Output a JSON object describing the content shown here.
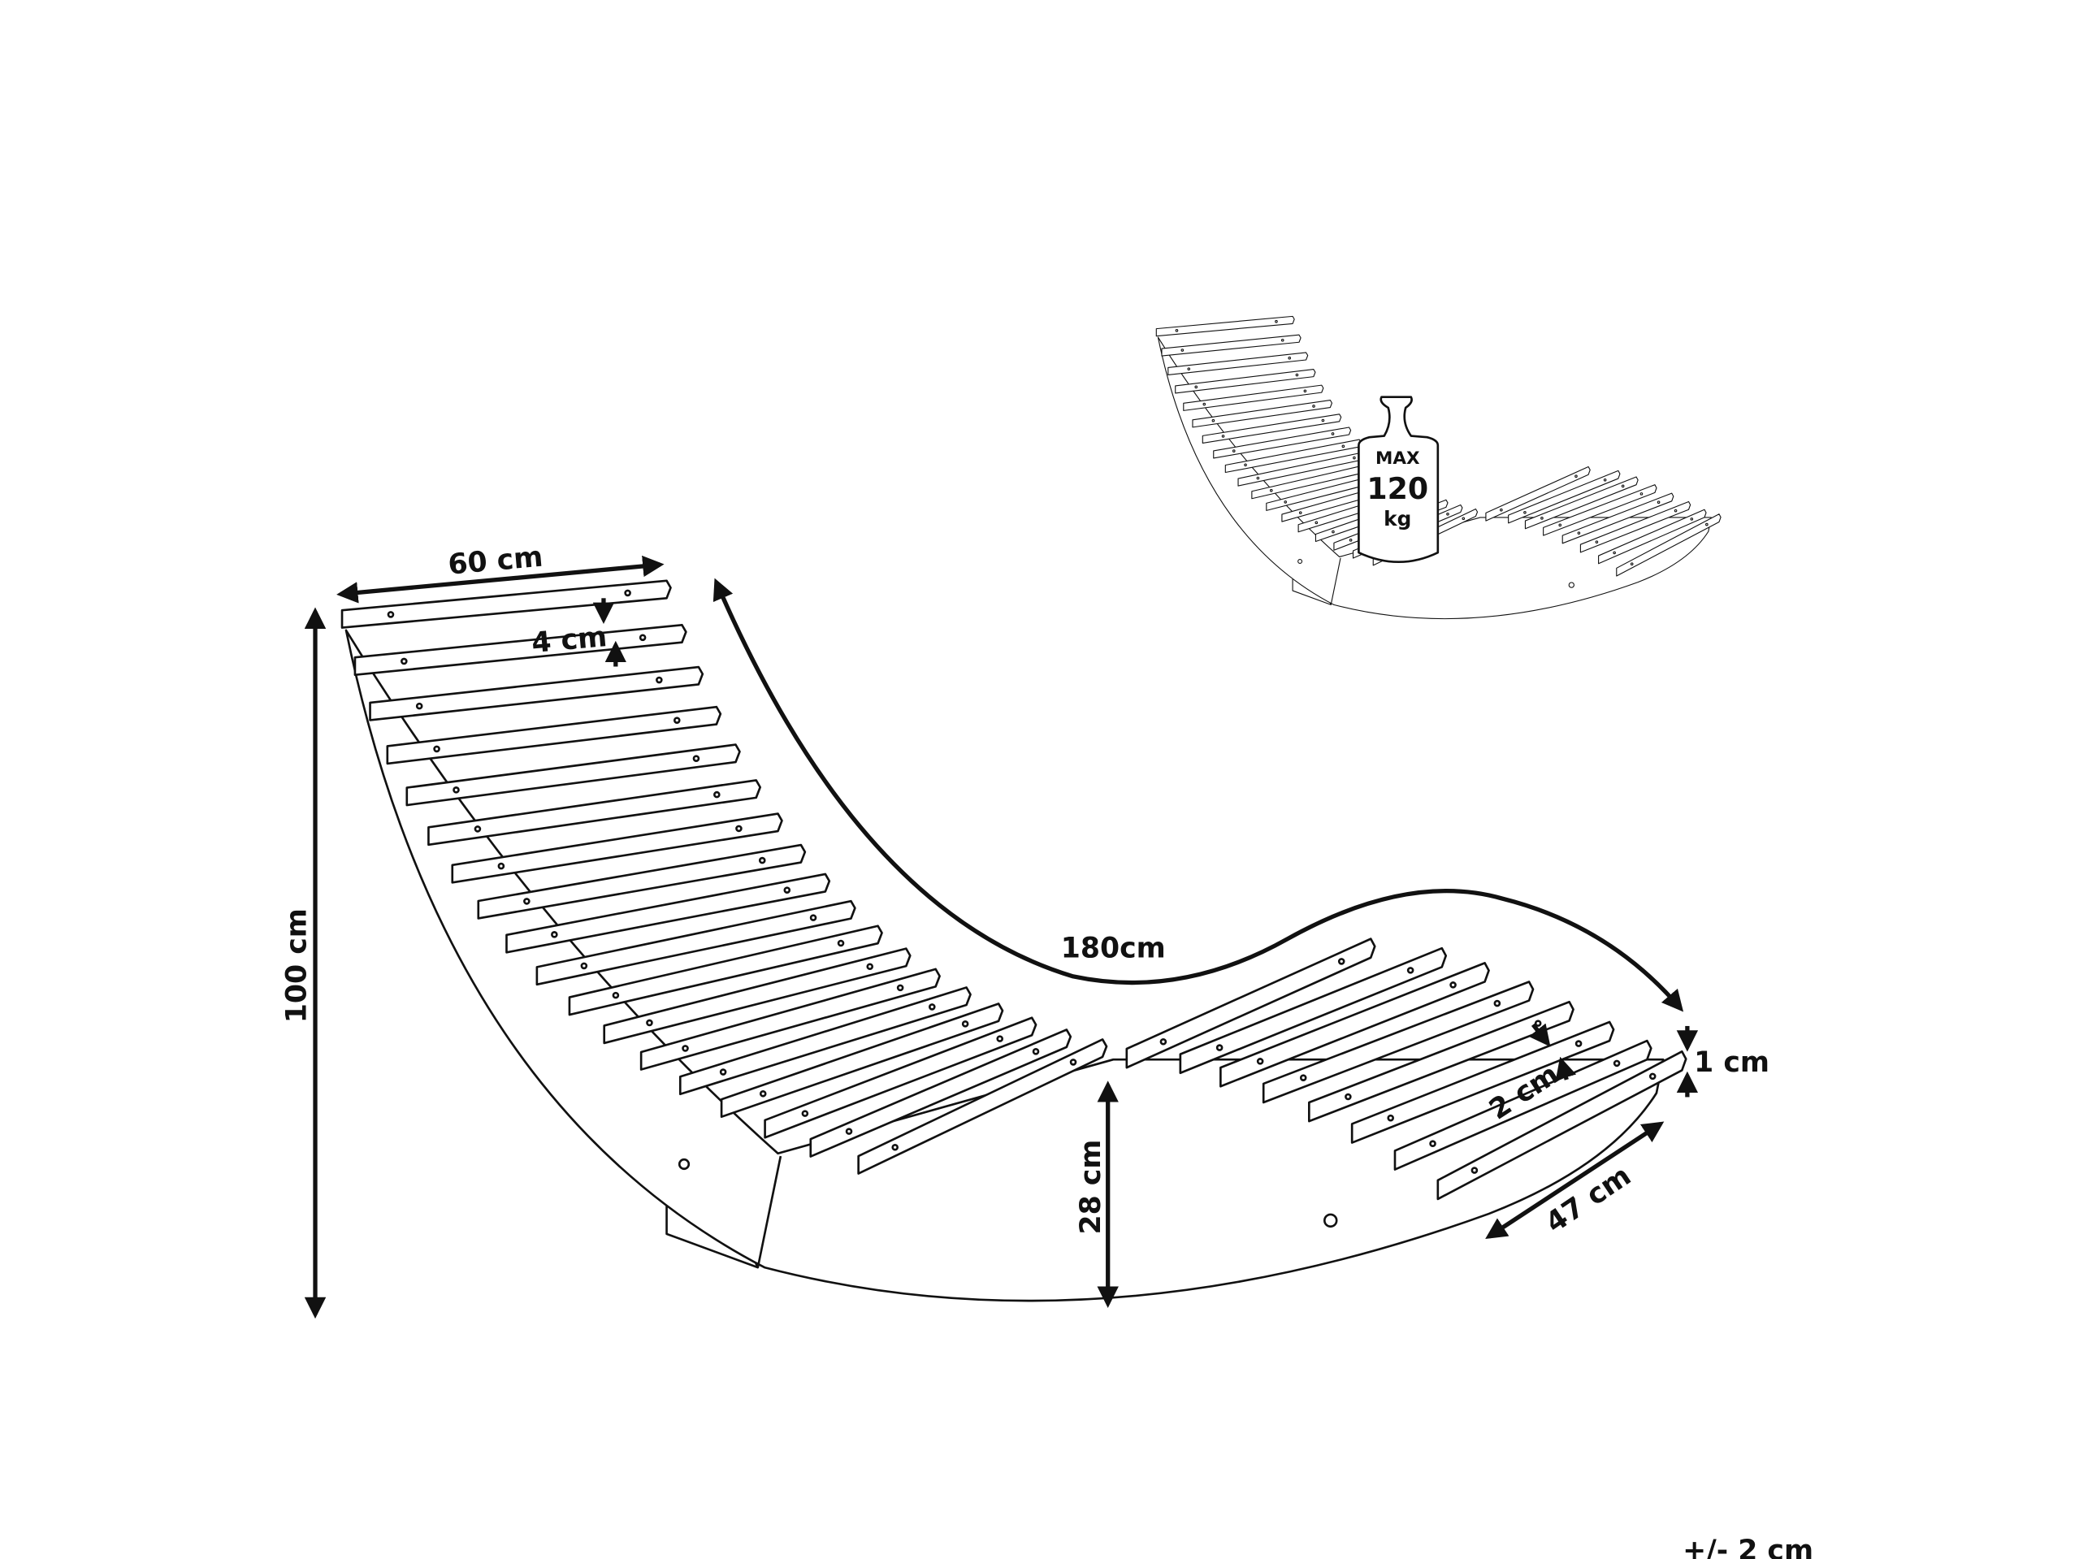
{
  "dimensions": {
    "width": "60 cm",
    "slat_gap": "4 cm",
    "height": "100 cm",
    "length": "180cm",
    "seat_height": "28 cm",
    "slat_thickness": "1 cm",
    "leg_slat_gap": "2 cm",
    "leg_width": "47 cm",
    "tolerance": "+/- 2 cm"
  },
  "max_load": {
    "label": "MAX",
    "value": "120",
    "unit": "kg"
  },
  "colors": {
    "line": "#111111",
    "background": "#ffffff"
  }
}
